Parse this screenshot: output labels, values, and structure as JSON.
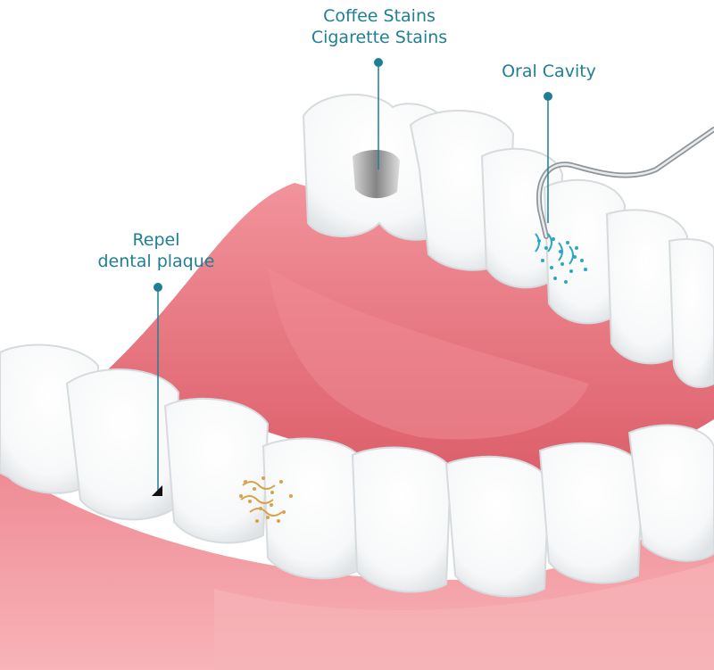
{
  "labels": {
    "stains": {
      "line1": "Coffee Stains",
      "line2": "Cigarette Stains"
    },
    "oral_cavity": "Oral Cavity",
    "plaque": {
      "line1": "Repel",
      "line2": "dental plaque"
    }
  },
  "colors": {
    "label_text": "#1f7f95",
    "gum": "#e9707a",
    "gum_light": "#f4a3aa",
    "tooth": "#ffffff",
    "tooth_shadow": "#e9ecee",
    "cavity_dots": "#2aa8c0",
    "plaque_dots": "#d9a24a",
    "stain": "#8a8a8a"
  },
  "icons": [
    "dental-probe-icon",
    "cavity-bacteria-icon",
    "plaque-particles-icon",
    "stain-mark-icon"
  ]
}
